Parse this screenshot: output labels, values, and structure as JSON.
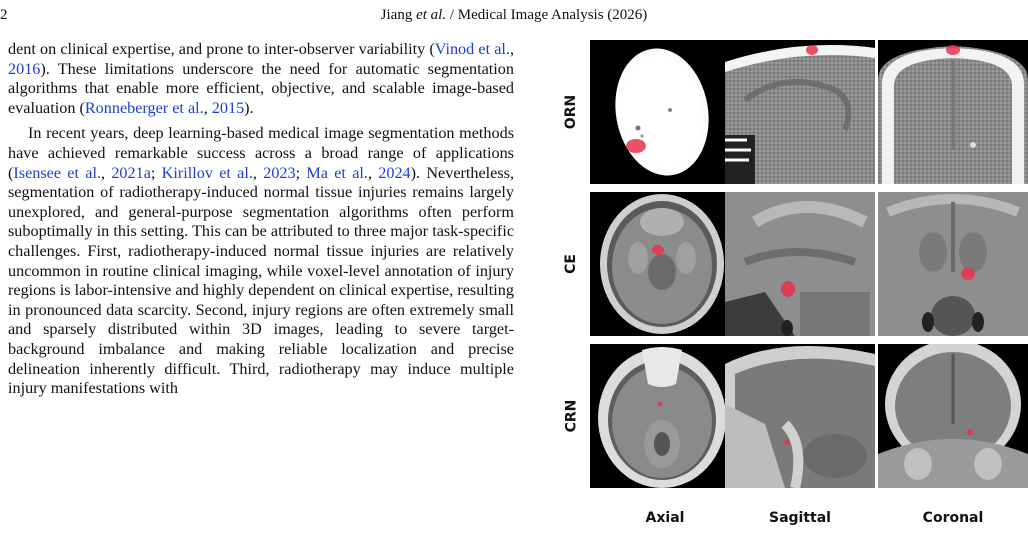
{
  "header": {
    "page_number": "2",
    "authors": "Jiang",
    "etal": "et al.",
    "journal": "/ Medical Image Analysis (2026)"
  },
  "body": {
    "p1": [
      {
        "t": "dent on clinical expertise, and prone to inter-observer variability ("
      },
      {
        "t": "Vinod et al.",
        "c": true
      },
      {
        "t": ", "
      },
      {
        "t": "2016",
        "c": true
      },
      {
        "t": "). These limitations underscore the need for automatic segmentation algorithms that enable more efficient, objective, and scalable image-based evaluation ("
      },
      {
        "t": "Ronneberger et al.",
        "c": true
      },
      {
        "t": ", "
      },
      {
        "t": "2015",
        "c": true
      },
      {
        "t": ")."
      }
    ],
    "p2": [
      {
        "t": "In recent years, deep learning-based medical image segmentation methods have achieved remarkable success across a broad range of applications ("
      },
      {
        "t": "Isensee et al.",
        "c": true
      },
      {
        "t": ", "
      },
      {
        "t": "2021a",
        "c": true
      },
      {
        "t": "; "
      },
      {
        "t": "Kirillov et al.",
        "c": true
      },
      {
        "t": ", "
      },
      {
        "t": "2023",
        "c": true
      },
      {
        "t": "; "
      },
      {
        "t": "Ma et al.",
        "c": true
      },
      {
        "t": ", "
      },
      {
        "t": "2024",
        "c": true
      },
      {
        "t": "). Nevertheless, segmentation of radiotherapy-induced normal tissue injuries remains largely unexplored, and general-purpose segmentation algorithms often perform suboptimally in this setting. This can be attributed to three major task-specific challenges. First, radiotherapy-induced normal tissue injuries are relatively uncommon in routine clinical imaging, while voxel-level annotation of injury regions is labor-intensive and highly dependent on clinical expertise, resulting in pronounced data scarcity. Second, injury regions are often extremely small and sparsely distributed within 3D images, leading to severe target-background imbalance and making reliable localization and precise delineation inherently difficult. Third, radiotherapy may induce multiple injury manifestations with"
      }
    ]
  },
  "figure": {
    "rows": [
      "ORN",
      "CE",
      "CRN"
    ],
    "columns": [
      "Axial",
      "Sagittal",
      "Coronal"
    ],
    "colors": {
      "lesion": "#e8324a",
      "background": "#000000"
    }
  }
}
